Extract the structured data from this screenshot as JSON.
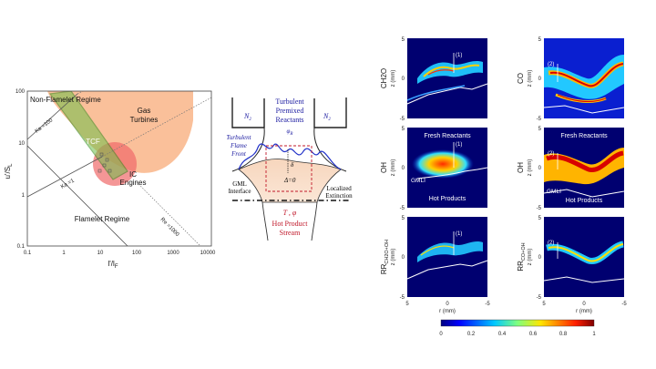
{
  "regime_diagram": {
    "ylabel": "u'/S",
    "ylabel_sub": "L",
    "xlabel": "l'/l",
    "xlabel_sub": "F",
    "y_ticks": [
      "100",
      "10",
      "1",
      "0.1"
    ],
    "x_ticks": [
      "0.1",
      "1",
      "10",
      "100",
      "1000",
      "10000"
    ],
    "regions": {
      "non_flamelet": "Non-Flamelet Regime",
      "flamelet": "Flamelet Regime",
      "gas_turbines_1": "Gas",
      "gas_turbines_2": "Turbines",
      "ic_engines_1": "IC",
      "ic_engines_2": "Engines",
      "tcf": "TCF"
    },
    "lines": {
      "ka100": "Ka =100",
      "ka1": "Ka =1",
      "re": "Re =1000"
    },
    "colors": {
      "gas_turbines": "#f9b98f",
      "ic_engines": "#f06a6a",
      "tcf": "#6fbf4a"
    }
  },
  "burner_schematic": {
    "n2_left": "N",
    "n2_right": "N",
    "n2_sub": "2",
    "reactants_1": "Turbulent",
    "reactants_2": "Premixed",
    "reactants_3": "Reactants",
    "phi_r": "φ",
    "phi_r_sub": "R",
    "flame_front_1": "Turbulent",
    "flame_front_2": "Flame",
    "flame_front_3": "Front",
    "delta": "δ",
    "delta0": "Δ=0",
    "gml_1": "GML",
    "gml_2": "Interface",
    "local_ext_1": "Localized",
    "local_ext_2": "Extinction",
    "products_temp": "T , φ",
    "products_1": "Hot Product",
    "products_2": "Stream",
    "colors": {
      "blue_text": "#1a1aa0",
      "red_text": "#c0182a"
    }
  },
  "field_panels": {
    "row_labels_left": [
      "CH2O",
      "OH",
      "RR"
    ],
    "row_labels_left_sub": [
      "",
      "",
      "CH2O+OH"
    ],
    "row_labels_right": [
      "CO",
      "OH",
      "RR"
    ],
    "row_labels_right_sub": [
      "",
      "",
      "CO+OH"
    ],
    "zlabel": "z (mm)",
    "rlabel": "r (mm)",
    "z_ticks": [
      "5",
      "0",
      "-5"
    ],
    "r_ticks": [
      "5",
      "0",
      "-5"
    ],
    "marker_left": "(1)",
    "marker_right": "(2)",
    "fresh_reactants": "Fresh Reactants",
    "hot_products": "Hot Products",
    "gmli": "GMLI",
    "colorbar_ticks": [
      "0",
      "0.2",
      "0.4",
      "0.6",
      "0.8",
      "1"
    ]
  }
}
